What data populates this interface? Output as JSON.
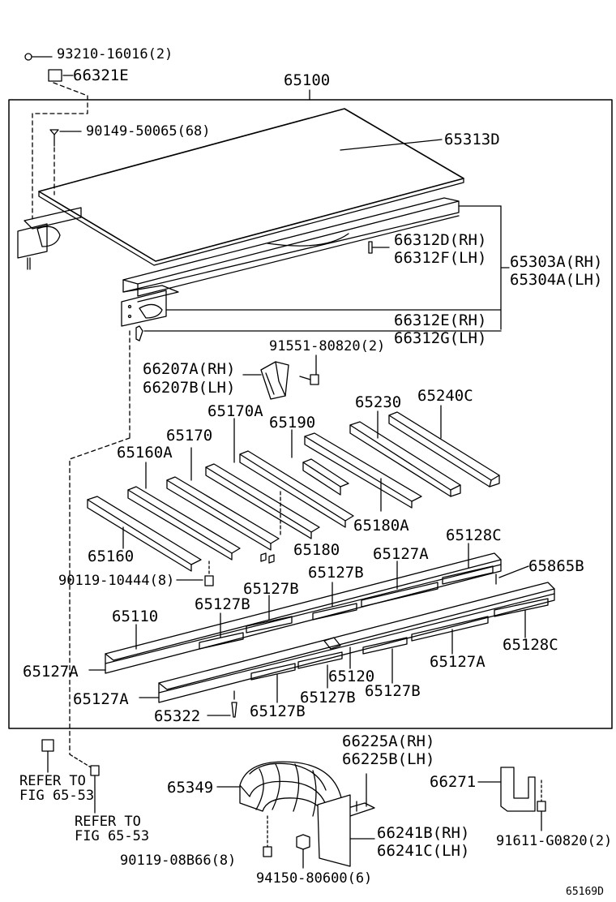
{
  "labels": {
    "screw_93210": "93210-16016(2)",
    "part_66321E": "66321E",
    "assembly_65100": "65100",
    "screw_90149": "90149-50065(68)",
    "panel_65313D": "65313D",
    "part_66312D_RH": "66312D(RH)",
    "part_66312F_LH": "66312F(LH)",
    "part_65303A_RH": "65303A(RH)",
    "part_65304A_LH": "65304A(LH)",
    "part_66312E_RH": "66312E(RH)",
    "part_66312G_LH": "66312G(LH)",
    "bolt_91551": "91551-80820(2)",
    "part_66207A_RH": "66207A(RH)",
    "part_66207B_LH": "66207B(LH)",
    "part_65230": "65230",
    "part_65240C": "65240C",
    "part_65170A": "65170A",
    "part_65190": "65190",
    "part_65170": "65170",
    "part_65160A": "65160A",
    "part_65180A": "65180A",
    "part_65180": "65180",
    "part_65160": "65160",
    "bolt_90119_10444": "90119-10444(8)",
    "part_65128C_top": "65128C",
    "part_65127A_top": "65127A",
    "part_65865B": "65865B",
    "part_65127B_a": "65127B",
    "part_65127B_b": "65127B",
    "part_65127B_c": "65127B",
    "part_65110": "65110",
    "part_65128C_right": "65128C",
    "part_65127A_left": "65127A",
    "part_65120": "65120",
    "part_65127A_right": "65127A",
    "part_65127A_lower": "65127A",
    "part_65127B_d": "65127B",
    "part_65127B_e": "65127B",
    "part_65322": "65322",
    "part_65127B_f": "65127B",
    "refer_to_a": "REFER TO",
    "fig_a": "FIG 65-53",
    "refer_to_b": "REFER TO",
    "fig_b": "FIG 65-53",
    "part_66225A_RH": "66225A(RH)",
    "part_66225B_LH": "66225B(LH)",
    "part_65349": "65349",
    "part_66271": "66271",
    "part_66241B_RH": "66241B(RH)",
    "part_66241C_LH": "66241C(LH)",
    "bolt_91611": "91611-G0820(2)",
    "bolt_90119_08B66": "90119-08B66(8)",
    "nut_94150": "94150-80600(6)",
    "figure_id": "65169D"
  }
}
